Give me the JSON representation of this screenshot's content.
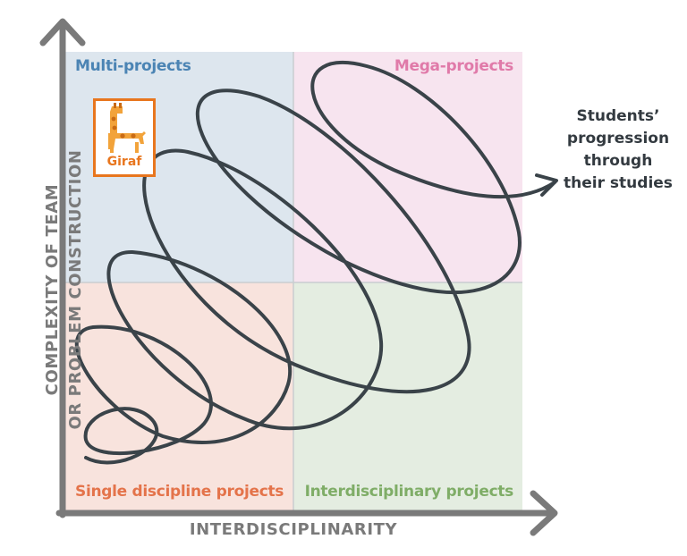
{
  "quadrants": {
    "top_left": "Multi-projects",
    "top_right": "Mega-projects",
    "bottom_left": "Single discipline projects",
    "bottom_right": "Interdisciplinary projects"
  },
  "axes": {
    "x_label": "INTERDISCIPLINARITY",
    "y_label_line1": "COMPLEXITY OF TEAM",
    "y_label_line2": "OR PROBLEM CONSTRUCTION"
  },
  "progression": {
    "line1": "Students’",
    "line2": "progression",
    "line3": "through",
    "line4": "their studies"
  },
  "logo": {
    "text": "Giraf",
    "icon": "giraffe-icon"
  },
  "colors": {
    "multi": "#4b84b4",
    "mega": "#e07aa9",
    "single": "#e4734a",
    "interdisciplinary": "#7fad67",
    "axis": "#7a7a7a",
    "path": "#3a4349",
    "logo": "#e8761e"
  }
}
